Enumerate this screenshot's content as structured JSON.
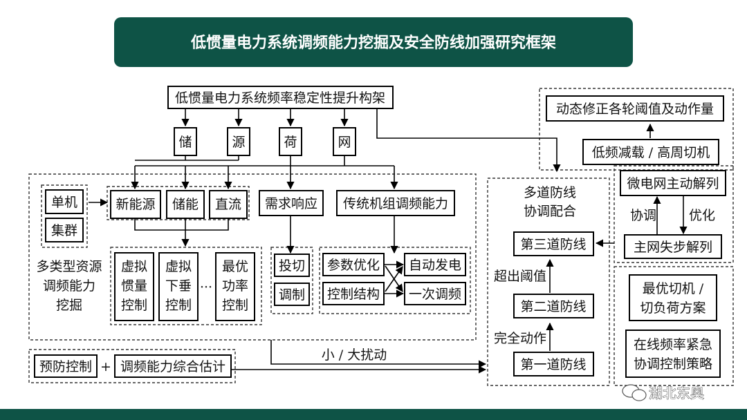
{
  "colors": {
    "banner": "#0e5346",
    "bottom_bar": "#0e5346",
    "line": "#000000",
    "dashed": "#333333"
  },
  "title": "低惯量电力系统调频能力挖掘及安全防线加强研究框架",
  "top_box": "低惯量电力系统频率稳定性提升构架",
  "pillars": [
    "储",
    "源",
    "荷",
    "网"
  ],
  "left": {
    "single": "单机",
    "cluster": "集群",
    "new_energy": "新能源",
    "storage": "储能",
    "dc": "直流",
    "virtual_inertia": [
      "虚拟",
      "惯量",
      "控制"
    ],
    "virtual_droop": [
      "虚拟",
      "下垂",
      "控制"
    ],
    "ellipsis": "···",
    "optimal_power": [
      "最优",
      "功率",
      "控制"
    ],
    "section_label": [
      "多类型资源",
      "调频能力",
      "挖掘"
    ]
  },
  "demand": {
    "title": "需求响应",
    "items": [
      "投切",
      "调制"
    ]
  },
  "traditional": {
    "title": "传统机组调频能力",
    "left": [
      "参数优化",
      "控制结构"
    ],
    "right": [
      "自动发电",
      "一次调频"
    ]
  },
  "bottom_left": {
    "prevent": "预防控制",
    "plus": "+",
    "estimate": "调频能力综合估计",
    "disturbance": "小 / 大扰动"
  },
  "defense": {
    "title": [
      "多道防线",
      "协调配合"
    ],
    "third": "第三道防线",
    "exceed": "超出阈值",
    "second": "第二道防线",
    "complete": "完全动作",
    "first": "第一道防线"
  },
  "right": {
    "dynamic": "动态修正各轮阈值及动作量",
    "low_freq": "低频减载 / 高周切机",
    "microgrid": "微电网主动解列",
    "coordinate": "协调",
    "optimize": "优化",
    "main_grid": "主网失步解列",
    "optimal_cut": [
      "最优切机 /",
      "切负荷方案"
    ],
    "online": [
      "在线频率紧急",
      "协调控制策略"
    ]
  },
  "watermark": "湖北东奥",
  "wechat_icon": "wechat-icon"
}
